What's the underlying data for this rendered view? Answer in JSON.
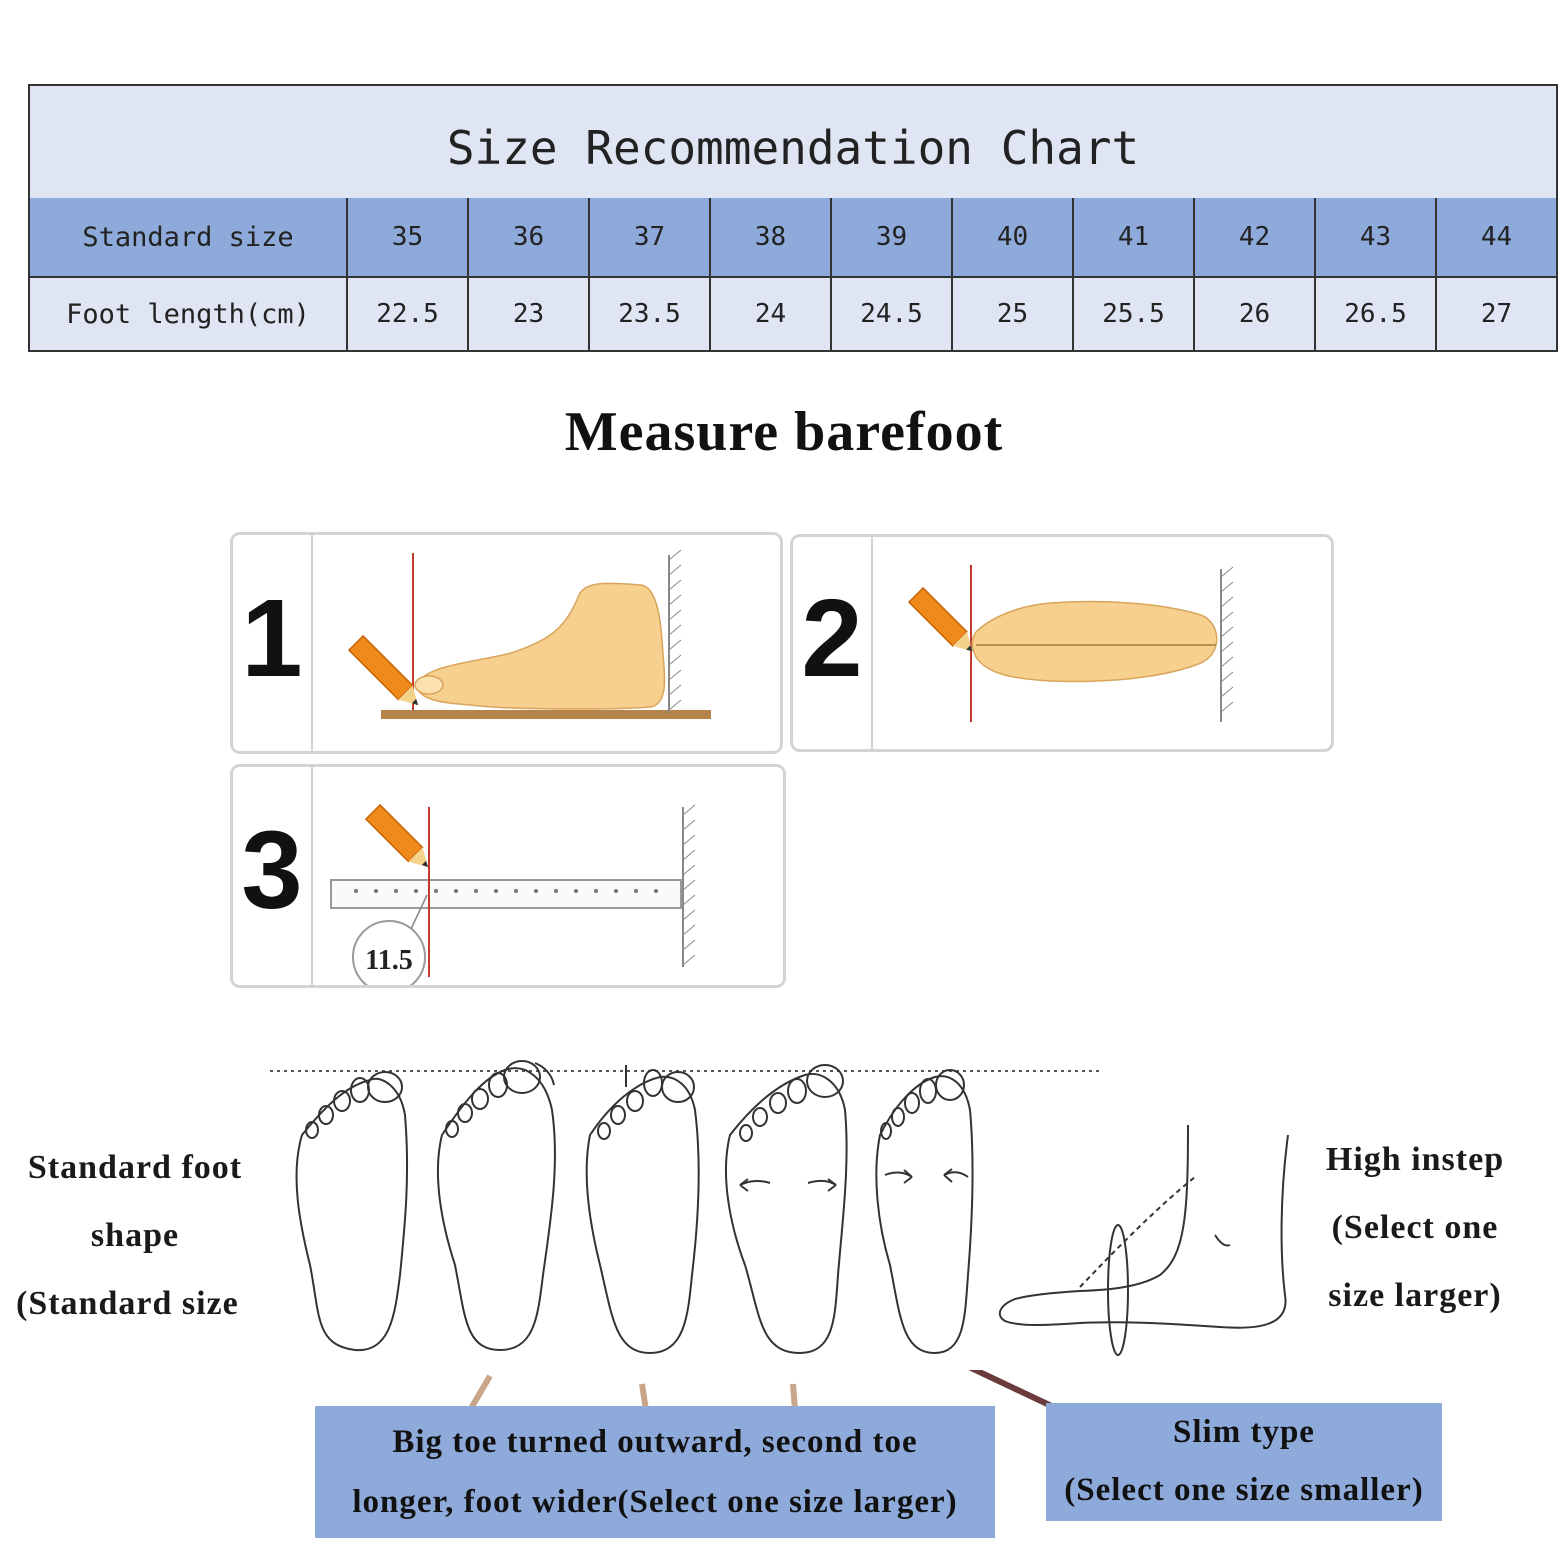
{
  "size_chart": {
    "title": "Size Recommendation Chart",
    "rows": [
      {
        "label": "Standard size",
        "values": [
          "35",
          "36",
          "37",
          "38",
          "39",
          "40",
          "41",
          "42",
          "43",
          "44"
        ]
      },
      {
        "label": "Foot length(cm)",
        "values": [
          "22.5",
          "23",
          "23.5",
          "24",
          "24.5",
          "25",
          "25.5",
          "26",
          "26.5",
          "27"
        ]
      }
    ]
  },
  "measure": {
    "title": "Measure barefoot",
    "steps": [
      {
        "number": "1"
      },
      {
        "number": "2"
      },
      {
        "number": "3",
        "ruler_reading": "11.5"
      }
    ]
  },
  "foot_types": {
    "standard": {
      "line1": "Standard foot",
      "line2": "shape",
      "line3": "(Standard size"
    },
    "high_instep": {
      "line1": "High instep",
      "line2": "(Select one",
      "line3": "size larger)"
    },
    "wide": {
      "line1": "Big toe turned outward, second toe",
      "line2": "longer, foot wider(Select one size larger)"
    },
    "slim": {
      "line1": "Slim type",
      "line2": "(Select one size smaller)"
    }
  },
  "colors": {
    "table_header_fill": "#8eaadb",
    "table_body_fill": "#dfe5f3",
    "callout_fill": "#8eaadb",
    "pencil": "#f08a1c",
    "foot_fill": "#f7cf8f"
  }
}
